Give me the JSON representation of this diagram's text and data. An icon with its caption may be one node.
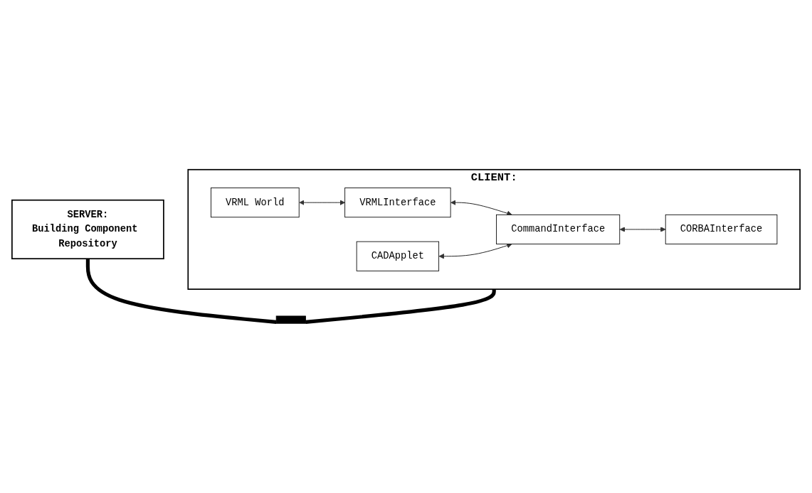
{
  "diagram": {
    "nodes": [
      {
        "text": [
          "CLIENT:"
        ]
      },
      {
        "text": [
          "VRML World"
        ],
        "in": 0
      },
      {
        "text": [
          "VRMLInterface"
        ],
        "in": 0
      },
      {
        "text": [
          "CADApplet"
        ],
        "in": 0
      },
      {
        "text": [
          "CommandInterface"
        ],
        "in": 0
      },
      {
        "text": [
          "CORBAInterface"
        ],
        "in": 0
      },
      {
        "text": [
          "SERVER:",
          "Building Component Repository"
        ]
      },
      {
        "text": [],
        "shape": "bar"
      }
    ],
    "edges": [
      {
        "from": 1,
        "to": 2,
        "arrow": "both"
      },
      {
        "from": 2,
        "to": 4,
        "arrow": "both"
      },
      {
        "from": 3,
        "to": 4,
        "arrow": "both"
      },
      {
        "from": 4,
        "to": 5,
        "arrow": "both"
      },
      {
        "from": 0,
        "to": 7,
        "arrow": "none",
        "style": "thick"
      },
      {
        "from": 6,
        "to": 7,
        "arrow": "none",
        "style": "thick"
      }
    ]
  }
}
